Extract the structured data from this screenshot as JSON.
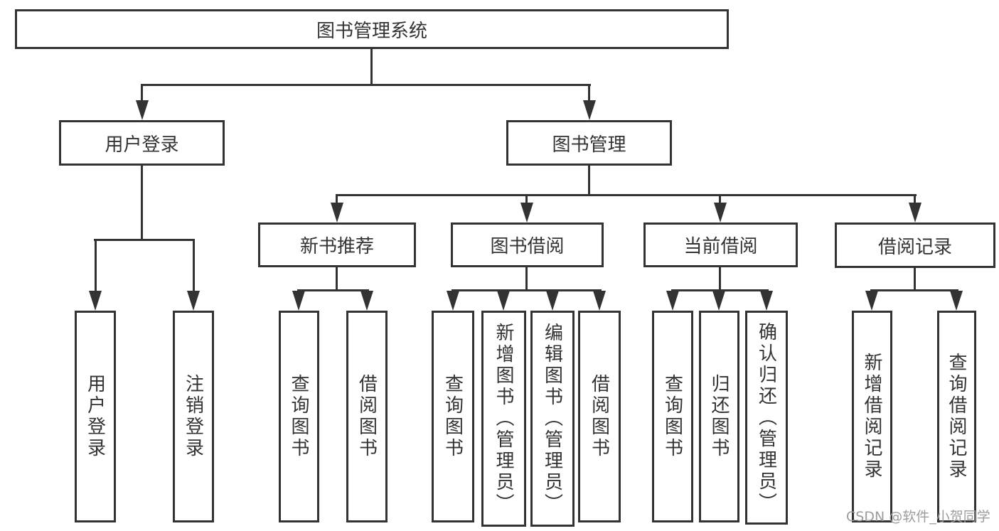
{
  "nodes": {
    "root": "图书管理系统",
    "user_login": "用户登录",
    "book_mgmt": "图书管理",
    "login_children": [
      "用户登录",
      "注销登录"
    ],
    "mgmt_children": [
      "新书推荐",
      "图书借阅",
      "当前借阅",
      "借阅记录"
    ],
    "recommend_children": [
      "查询图书",
      "借阅图书"
    ],
    "borrow_children": [
      "查询图书",
      "新增图书（管理员）",
      "编辑图书（管理员）",
      "借阅图书"
    ],
    "current_children": [
      "查询图书",
      "归还图书",
      "确认归还（管理员）"
    ],
    "records_children": [
      "新增借阅记录",
      "查询借阅记录"
    ]
  },
  "watermark": {
    "text": "CSDN @软件_小贺同学",
    "color": "#9c9c9c"
  },
  "colors": {
    "line": "#333333",
    "box_border": "#333333",
    "box_fill": "#ffffff",
    "text": "#333333",
    "background": "#ffffff"
  }
}
